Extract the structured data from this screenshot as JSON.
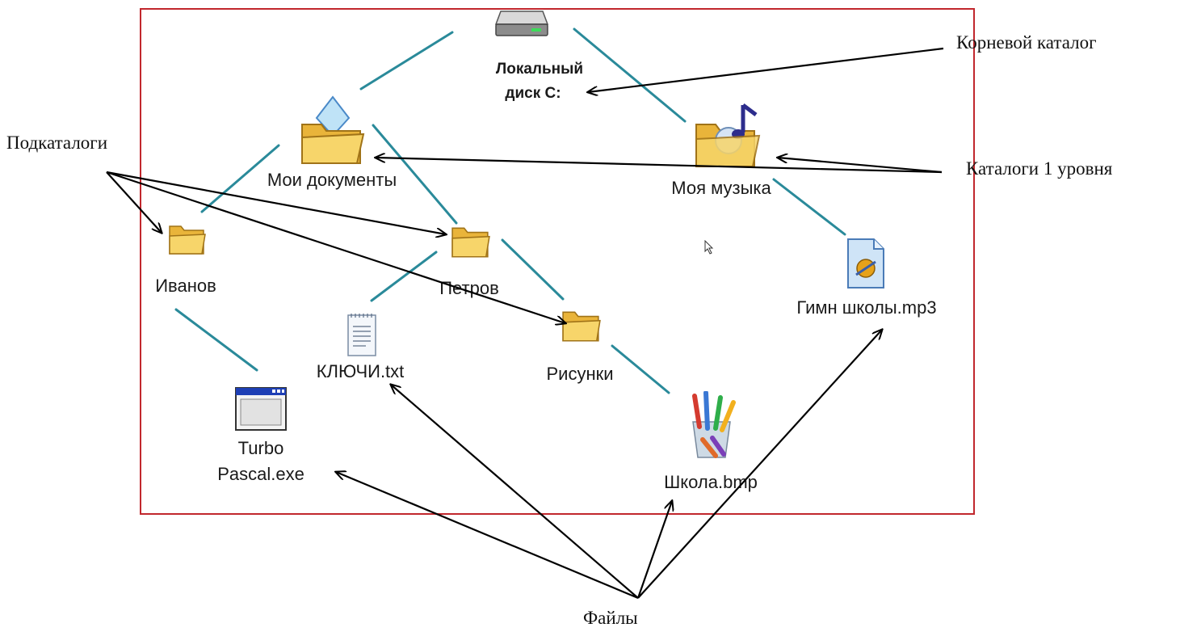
{
  "tree": {
    "root": {
      "label_line1": "Локальный",
      "label_line2": "диск C:",
      "icon": "hard-drive-icon"
    },
    "nodes": {
      "my_documents": {
        "label": "Мои документы",
        "icon": "documents-folder-icon"
      },
      "my_music": {
        "label": "Моя музыка",
        "icon": "music-folder-icon"
      },
      "ivanov": {
        "label": "Иванов",
        "icon": "folder-icon"
      },
      "petrov": {
        "label": "Петров",
        "icon": "folder-icon"
      },
      "pictures": {
        "label": "Рисунки",
        "icon": "folder-icon"
      },
      "keys_txt": {
        "label": "КЛЮЧИ.txt",
        "icon": "text-file-icon"
      },
      "turbo_pascal": {
        "label_line1": "Turbo",
        "label_line2": "Pascal.exe",
        "icon": "exe-window-icon"
      },
      "school_bmp": {
        "label": "Школа.bmp",
        "icon": "paint-brushes-icon"
      },
      "anthem_mp3": {
        "label": "Гимн школы.mp3",
        "icon": "audio-file-icon"
      }
    }
  },
  "annotations": {
    "root_catalog": "Корневой каталог",
    "subcatalogs": "Подкаталоги",
    "level1_catalogs": "Каталоги 1 уровня",
    "files": "Файлы"
  },
  "colors": {
    "frame": "#c1272d",
    "connector": "#2a8a9a",
    "folder": "#f2c94c",
    "arrow": "#000000"
  }
}
